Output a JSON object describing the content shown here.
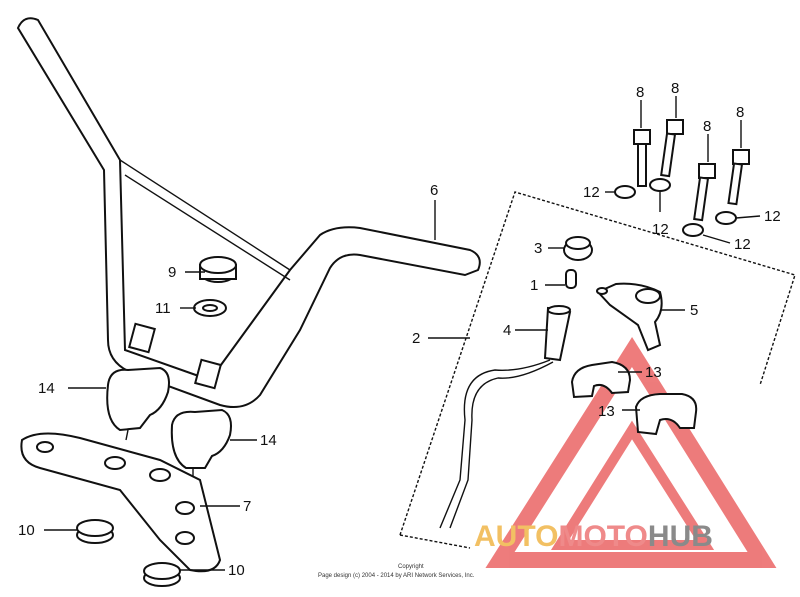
{
  "callouts": [
    {
      "id": "1",
      "text": "1"
    },
    {
      "id": "2",
      "text": "2"
    },
    {
      "id": "3",
      "text": "3"
    },
    {
      "id": "4",
      "text": "4"
    },
    {
      "id": "5",
      "text": "5"
    },
    {
      "id": "6",
      "text": "6"
    },
    {
      "id": "7",
      "text": "7"
    },
    {
      "id": "8a",
      "text": "8"
    },
    {
      "id": "8b",
      "text": "8"
    },
    {
      "id": "8c",
      "text": "8"
    },
    {
      "id": "8d",
      "text": "8"
    },
    {
      "id": "9",
      "text": "9"
    },
    {
      "id": "10a",
      "text": "10"
    },
    {
      "id": "10b",
      "text": "10"
    },
    {
      "id": "11",
      "text": "11"
    },
    {
      "id": "12a",
      "text": "12"
    },
    {
      "id": "12b",
      "text": "12"
    },
    {
      "id": "12c",
      "text": "12"
    },
    {
      "id": "12d",
      "text": "12"
    },
    {
      "id": "13a",
      "text": "13"
    },
    {
      "id": "13b",
      "text": "13"
    },
    {
      "id": "14a",
      "text": "14"
    },
    {
      "id": "14b",
      "text": "14"
    }
  ],
  "copyright": {
    "line1": "Copyright",
    "line2": "Page design (c) 2004 - 2014 by ARI Network Services, Inc."
  },
  "watermark": {
    "part1": "AUTO",
    "part2": "MOTO",
    "part3": "HUB",
    "colors": {
      "auto": "#f2c063",
      "moto": "#ef8a8a",
      "hub": "#8a8a8a",
      "triangle": "#e85050"
    }
  }
}
